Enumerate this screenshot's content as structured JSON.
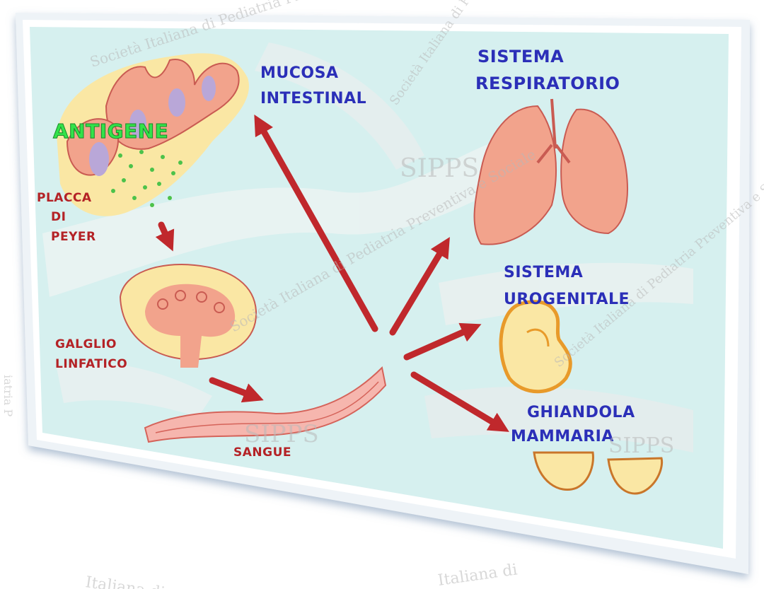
{
  "labels": {
    "mucosa": [
      "MUCOSA",
      "INTESTINAL"
    ],
    "respiratorio": [
      "SISTEMA",
      "RESPIRATORIO"
    ],
    "antigene": "ANTIGENE",
    "placca": [
      "PLACCA",
      "DI",
      "PEYER"
    ],
    "galglio": [
      "GALGLIO",
      "LINFATICO"
    ],
    "urogenitale": [
      "SISTEMA",
      "UROGENITALE"
    ],
    "sangue": "SANGUE",
    "ghiandola": [
      "GHIANDOLA",
      "MAMMARIA"
    ]
  },
  "watermark": {
    "text": "Società Italiana di Pediatria Preventiva e Sociale",
    "logo": "SIPPS",
    "fragments": [
      "Italiana di",
      "Italiana di",
      "iatria P"
    ]
  },
  "colors": {
    "arrow": "#c0282c",
    "label_blue": "#2b2fb8",
    "label_red": "#b42226",
    "antigen_green": "#33e24a",
    "organ_salmon": "#f2a38c",
    "organ_yellow": "#fae7a4",
    "background_teal": "#c9ecea"
  }
}
